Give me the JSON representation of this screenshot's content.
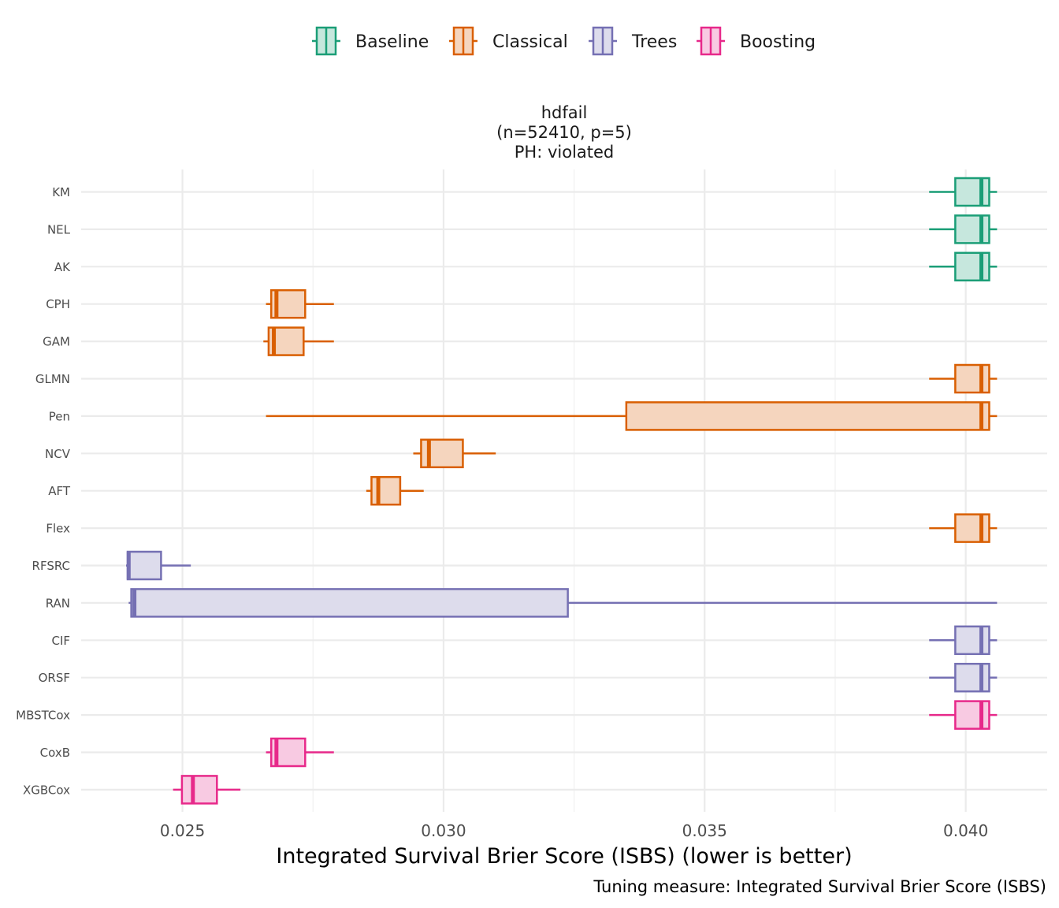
{
  "chart_data": {
    "type": "boxplot",
    "title": "",
    "facet_title": [
      "hdfail",
      "(n=52410, p=5)",
      "PH: violated"
    ],
    "xlabel": "Integrated Survival Brier Score (ISBS) (lower is better)",
    "caption": "Tuning measure: Integrated Survival Brier Score (ISBS)",
    "xlim": [
      0.02306,
      0.04156
    ],
    "xticks": [
      0.025,
      0.03,
      0.035,
      0.04
    ],
    "xtick_labels": [
      "0.025",
      "0.030",
      "0.035",
      "0.040"
    ],
    "grid": true,
    "legend_position": "top",
    "groups": [
      {
        "name": "Baseline",
        "color": "#1B9E77",
        "fill": "#C6E7DD"
      },
      {
        "name": "Classical",
        "color": "#D95F02",
        "fill": "#F5D5BE"
      },
      {
        "name": "Trees",
        "color": "#7570B3",
        "fill": "#DDDCEC"
      },
      {
        "name": "Boosting",
        "color": "#E7298A",
        "fill": "#F8CAE2"
      }
    ],
    "series": [
      {
        "name": "KM",
        "group": "Baseline",
        "min": 0.0393,
        "q1": 0.0398,
        "median": 0.0403,
        "q3": 0.04045,
        "max": 0.0406
      },
      {
        "name": "NEL",
        "group": "Baseline",
        "min": 0.0393,
        "q1": 0.0398,
        "median": 0.0403,
        "q3": 0.04045,
        "max": 0.0406
      },
      {
        "name": "AK",
        "group": "Baseline",
        "min": 0.0393,
        "q1": 0.0398,
        "median": 0.0403,
        "q3": 0.04045,
        "max": 0.0406
      },
      {
        "name": "CPH",
        "group": "Classical",
        "min": 0.0266,
        "q1": 0.0267,
        "median": 0.0268,
        "q3": 0.02735,
        "max": 0.0279
      },
      {
        "name": "GAM",
        "group": "Classical",
        "min": 0.02655,
        "q1": 0.02665,
        "median": 0.02675,
        "q3": 0.02732,
        "max": 0.0279
      },
      {
        "name": "GLMN",
        "group": "Classical",
        "min": 0.0393,
        "q1": 0.0398,
        "median": 0.0403,
        "q3": 0.04045,
        "max": 0.0406
      },
      {
        "name": "Pen",
        "group": "Classical",
        "min": 0.0266,
        "q1": 0.0335,
        "median": 0.0403,
        "q3": 0.04045,
        "max": 0.0406
      },
      {
        "name": "NCV",
        "group": "Classical",
        "min": 0.02942,
        "q1": 0.02957,
        "median": 0.02972,
        "q3": 0.03037,
        "max": 0.031
      },
      {
        "name": "AFT",
        "group": "Classical",
        "min": 0.02852,
        "q1": 0.02862,
        "median": 0.02875,
        "q3": 0.02917,
        "max": 0.02962
      },
      {
        "name": "Flex",
        "group": "Classical",
        "min": 0.0393,
        "q1": 0.0398,
        "median": 0.0403,
        "q3": 0.04045,
        "max": 0.0406
      },
      {
        "name": "RFSRC",
        "group": "Trees",
        "min": 0.02392,
        "q1": 0.02395,
        "median": 0.02397,
        "q3": 0.02459,
        "max": 0.02516
      },
      {
        "name": "RAN",
        "group": "Trees",
        "min": 0.02397,
        "q1": 0.02402,
        "median": 0.02408,
        "q3": 0.03238,
        "max": 0.0406
      },
      {
        "name": "CIF",
        "group": "Trees",
        "min": 0.0393,
        "q1": 0.0398,
        "median": 0.0403,
        "q3": 0.04045,
        "max": 0.0406
      },
      {
        "name": "ORSF",
        "group": "Trees",
        "min": 0.0393,
        "q1": 0.0398,
        "median": 0.0403,
        "q3": 0.04045,
        "max": 0.0406
      },
      {
        "name": "MBSTCox",
        "group": "Boosting",
        "min": 0.0393,
        "q1": 0.0398,
        "median": 0.0403,
        "q3": 0.04045,
        "max": 0.0406
      },
      {
        "name": "CoxB",
        "group": "Boosting",
        "min": 0.0266,
        "q1": 0.0267,
        "median": 0.0268,
        "q3": 0.02735,
        "max": 0.0279
      },
      {
        "name": "XGBCox",
        "group": "Boosting",
        "min": 0.02482,
        "q1": 0.02499,
        "median": 0.0252,
        "q3": 0.02566,
        "max": 0.02611
      }
    ]
  }
}
